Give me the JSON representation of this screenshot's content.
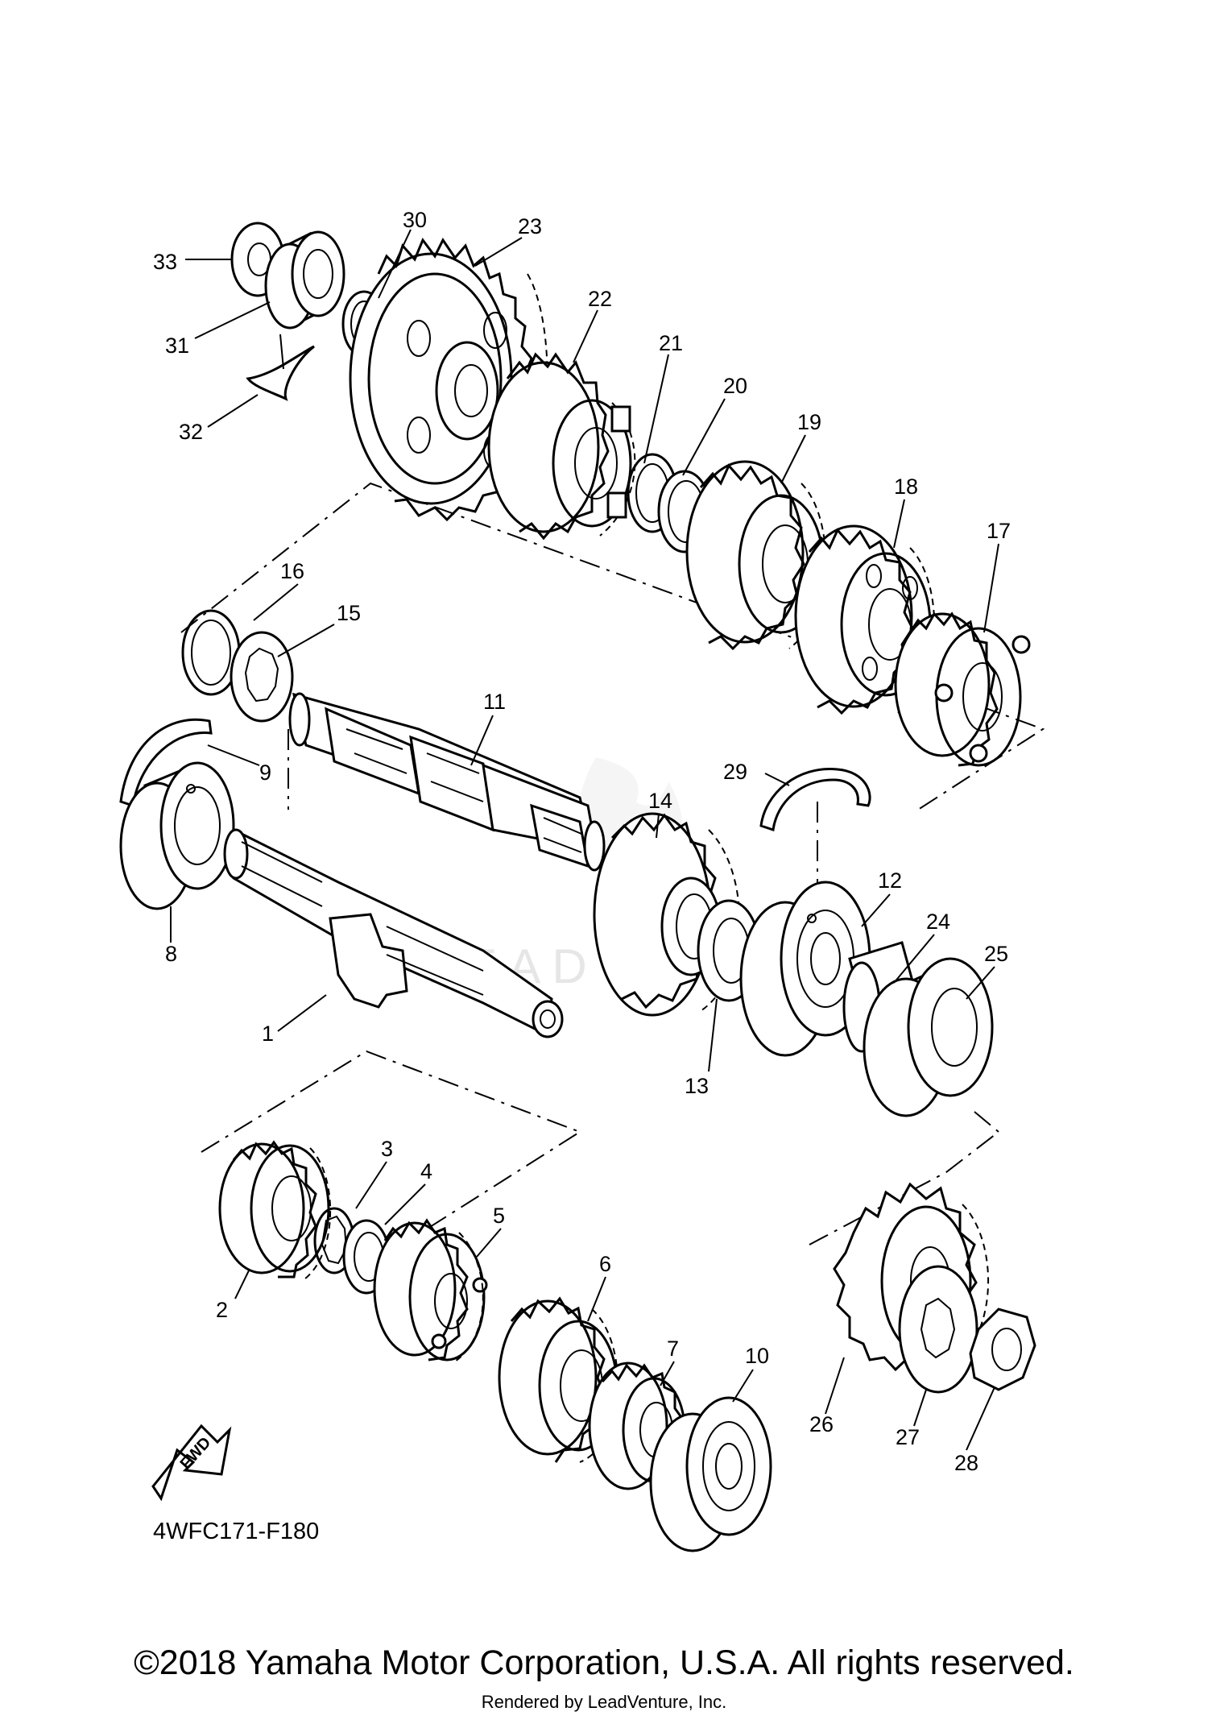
{
  "diagram_code": "4WFC171-F180",
  "watermark": "LEADVENTURE",
  "fwd_label": "FWD",
  "copyright": "©2018 Yamaha Motor Corporation, U.S.A. All rights reserved.",
  "rendered_by": "Rendered by LeadVenture, Inc.",
  "callouts": {
    "p1": "1",
    "p2": "2",
    "p3": "3",
    "p4": "4",
    "p5": "5",
    "p6": "6",
    "p7": "7",
    "p8": "8",
    "p9": "9",
    "p10": "10",
    "p11": "11",
    "p12": "12",
    "p13": "13",
    "p14": "14",
    "p15": "15",
    "p16": "16",
    "p17": "17",
    "p18": "18",
    "p19": "19",
    "p20": "20",
    "p21": "21",
    "p22": "22",
    "p23": "23",
    "p24": "24",
    "p25": "25",
    "p26": "26",
    "p27": "27",
    "p28": "28",
    "p29": "29",
    "p30": "30",
    "p31": "31",
    "p32": "32",
    "p33": "33"
  },
  "icons": {
    "fwd_arrow": "fwd-arrow-icon",
    "watermark_logo": "flame-logo-icon"
  }
}
